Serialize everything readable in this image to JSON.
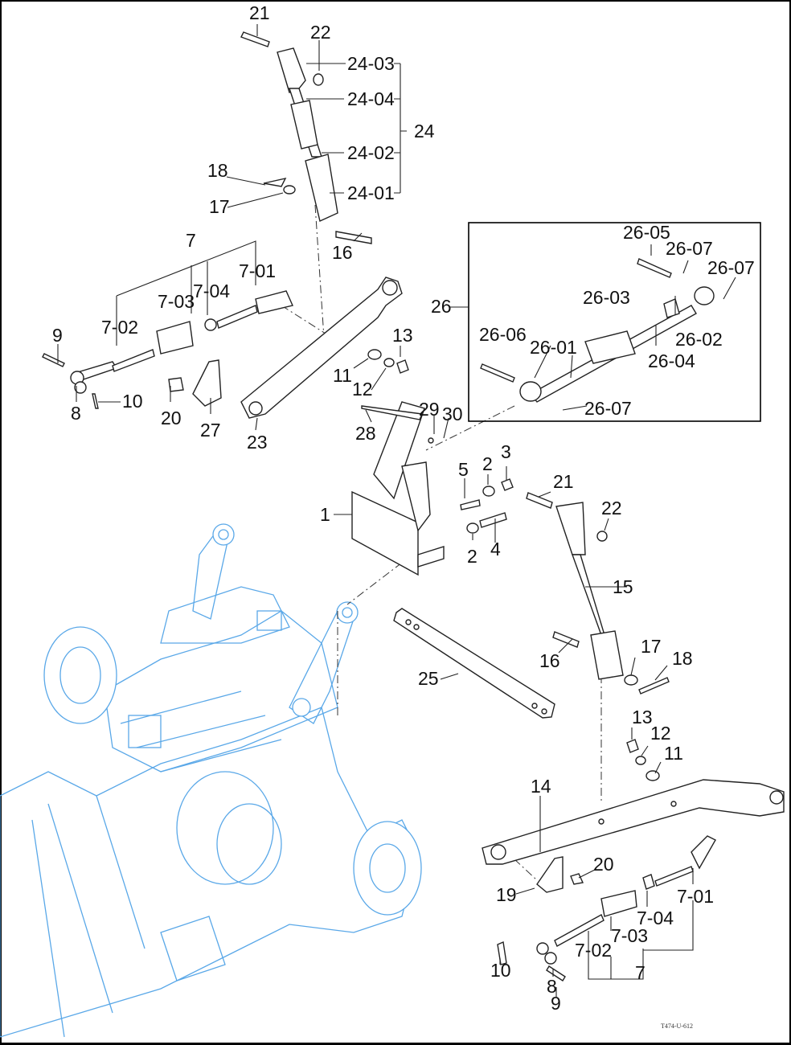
{
  "diagram": {
    "title": "Three-point hitch exploded parts view",
    "drawing_code": "T474-U-612",
    "inset_group_label": "26",
    "labels": {
      "l21a": "21",
      "l22a": "22",
      "l24_03": "24-03",
      "l24_04": "24-04",
      "l24_02": "24-02",
      "l24_01": "24-01",
      "l24": "24",
      "l18a": "18",
      "l17a": "17",
      "l16a": "16",
      "l7a": "7",
      "l7_01a": "7-01",
      "l7_02a": "7-02",
      "l7_03a": "7-03",
      "l7_04a": "7-04",
      "l9a": "9",
      "l8a": "8",
      "l10a": "10",
      "l20a": "20",
      "l27": "27",
      "l23": "23",
      "l11a": "11",
      "l12a": "12",
      "l13a": "13",
      "l26": "26",
      "l26_05": "26-05",
      "l26_07a": "26-07",
      "l26_07b": "26-07",
      "l26_03": "26-03",
      "l26_06": "26-06",
      "l26_01": "26-01",
      "l26_02": "26-02",
      "l26_04": "26-04",
      "l26_07c": "26-07",
      "l28": "28",
      "l29": "29",
      "l30": "30",
      "l1": "1",
      "l5": "5",
      "l2a": "2",
      "l3": "3",
      "l2b": "2",
      "l4": "4",
      "l21b": "21",
      "l22b": "22",
      "l15": "15",
      "l16b": "16",
      "l17b": "17",
      "l18b": "18",
      "l25": "25",
      "l13b": "13",
      "l12b": "12",
      "l11b": "11",
      "l14": "14",
      "l20b": "20",
      "l19": "19",
      "l7_01b": "7-01",
      "l7_04b": "7-04",
      "l7_03b": "7-03",
      "l7_02b": "7-02",
      "l7b": "7",
      "l10b": "10",
      "l8b": "8",
      "l9b": "9"
    },
    "colors": {
      "line": "#222222",
      "transmission": "#5aa8e8",
      "background": "#ffffff"
    }
  }
}
